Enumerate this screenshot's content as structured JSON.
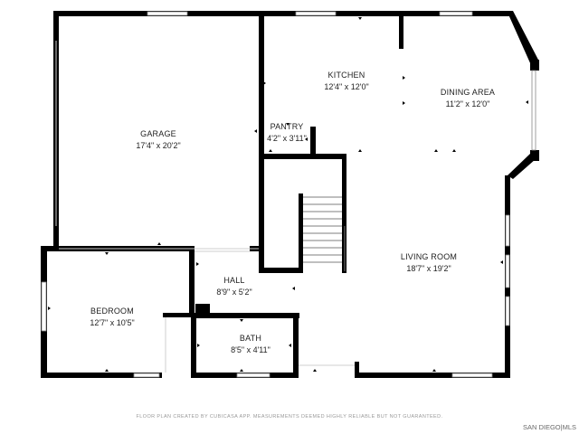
{
  "rooms": {
    "garage": {
      "name": "GARAGE",
      "dims": "17'4\" x 20'2\""
    },
    "kitchen": {
      "name": "KITCHEN",
      "dims": "12'4\" x 12'0\""
    },
    "dining": {
      "name": "DINING AREA",
      "dims": "11'2\" x 12'0\""
    },
    "pantry": {
      "name": "PANTRY",
      "dims": "4'2\" x 3'11\""
    },
    "living": {
      "name": "LIVING ROOM",
      "dims": "18'7\" x 19'2\""
    },
    "hall": {
      "name": "HALL",
      "dims": "8'9\" x 5'2\""
    },
    "bedroom": {
      "name": "BEDROOM",
      "dims": "12'7\" x 10'5\""
    },
    "bath": {
      "name": "BATH",
      "dims": "8'5\" x 4'11\""
    }
  },
  "footer_note": "FLOOR PLAN CREATED BY CUBICASA APP. MEASUREMENTS DEEMED HIGHLY RELIABLE BUT NOT GUARANTEED.",
  "watermark": "SAN DIEGO|MLS"
}
